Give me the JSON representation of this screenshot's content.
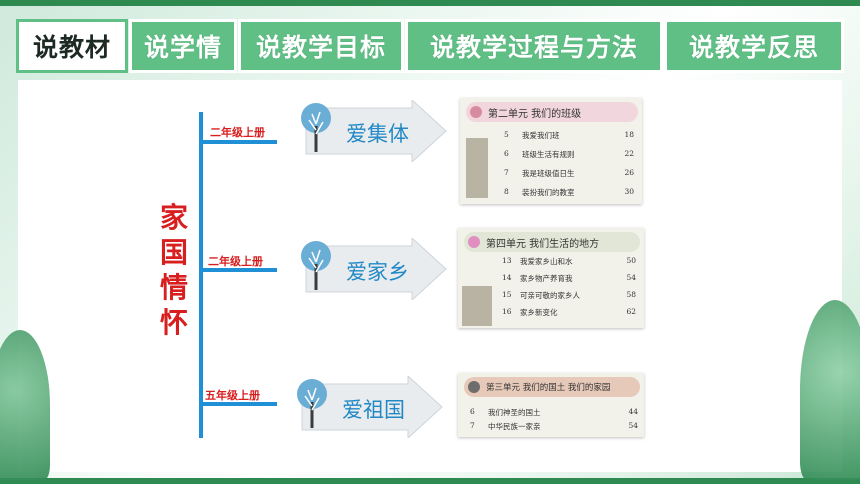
{
  "nav": {
    "tabs": [
      {
        "label": "说教材",
        "active": true
      },
      {
        "label": "说学情",
        "active": false
      },
      {
        "label": "说教学目标",
        "active": false
      },
      {
        "label": "说教学过程与方法",
        "active": false
      },
      {
        "label": "说教学反思",
        "active": false
      }
    ]
  },
  "tree": {
    "title": "家国情怀",
    "branches": [
      {
        "grade": "二年级上册",
        "theme": "爱集体",
        "book": {
          "unit": "第二单元  我们的班级",
          "lessons": [
            {
              "num": "5",
              "title": "我爱我们班",
              "page": "18"
            },
            {
              "num": "6",
              "title": "班级生活有规则",
              "page": "22"
            },
            {
              "num": "7",
              "title": "我是班级值日生",
              "page": "26"
            },
            {
              "num": "8",
              "title": "装扮我们的教室",
              "page": "30"
            }
          ]
        }
      },
      {
        "grade": "二年级上册",
        "theme": "爱家乡",
        "book": {
          "unit": "第四单元  我们生活的地方",
          "lessons": [
            {
              "num": "13",
              "title": "我爱家乡山和水",
              "page": "50"
            },
            {
              "num": "14",
              "title": "家乡物产养育我",
              "page": "54"
            },
            {
              "num": "15",
              "title": "可亲可敬的家乡人",
              "page": "58"
            },
            {
              "num": "16",
              "title": "家乡新变化",
              "page": "62"
            }
          ]
        }
      },
      {
        "grade": "五年级上册",
        "theme": "爱祖国",
        "book": {
          "unit": "第三单元  我们的国土  我们的家园",
          "lessons": [
            {
              "num": "6",
              "title": "我们神圣的国土",
              "page": "44"
            },
            {
              "num": "7",
              "title": "中华民族一家亲",
              "page": "54"
            }
          ]
        }
      }
    ]
  },
  "colors": {
    "accent_green": "#5fbf85",
    "frame_green": "#2f8a52",
    "tree_blue": "#1f8fd6",
    "title_red": "#d81e1e"
  },
  "icons": [
    "tree-icon"
  ]
}
